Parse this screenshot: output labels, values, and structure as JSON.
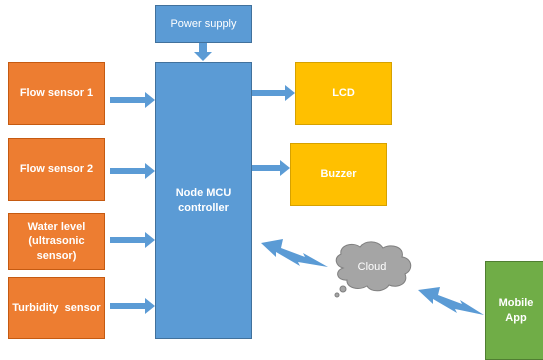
{
  "power_supply": "Power supply",
  "controller": "Node MCU\ncontroller",
  "sensors": [
    {
      "label": "Flow sensor 1"
    },
    {
      "label": "Flow sensor 2"
    },
    {
      "label": "Water level\n(ultrasonic\nsensor)"
    },
    {
      "label": "Turbidity  sensor"
    }
  ],
  "outputs": {
    "lcd": "LCD",
    "buzzer": "Buzzer"
  },
  "cloud": "Cloud",
  "mobile_app": "Mobile\nApp",
  "colors": {
    "sensor": "#ed7d31",
    "controller": "#5b9bd5",
    "output": "#ffc000",
    "app": "#70ad47",
    "cloud": "#a5a5a5",
    "lightning": "#5b9bd5"
  }
}
